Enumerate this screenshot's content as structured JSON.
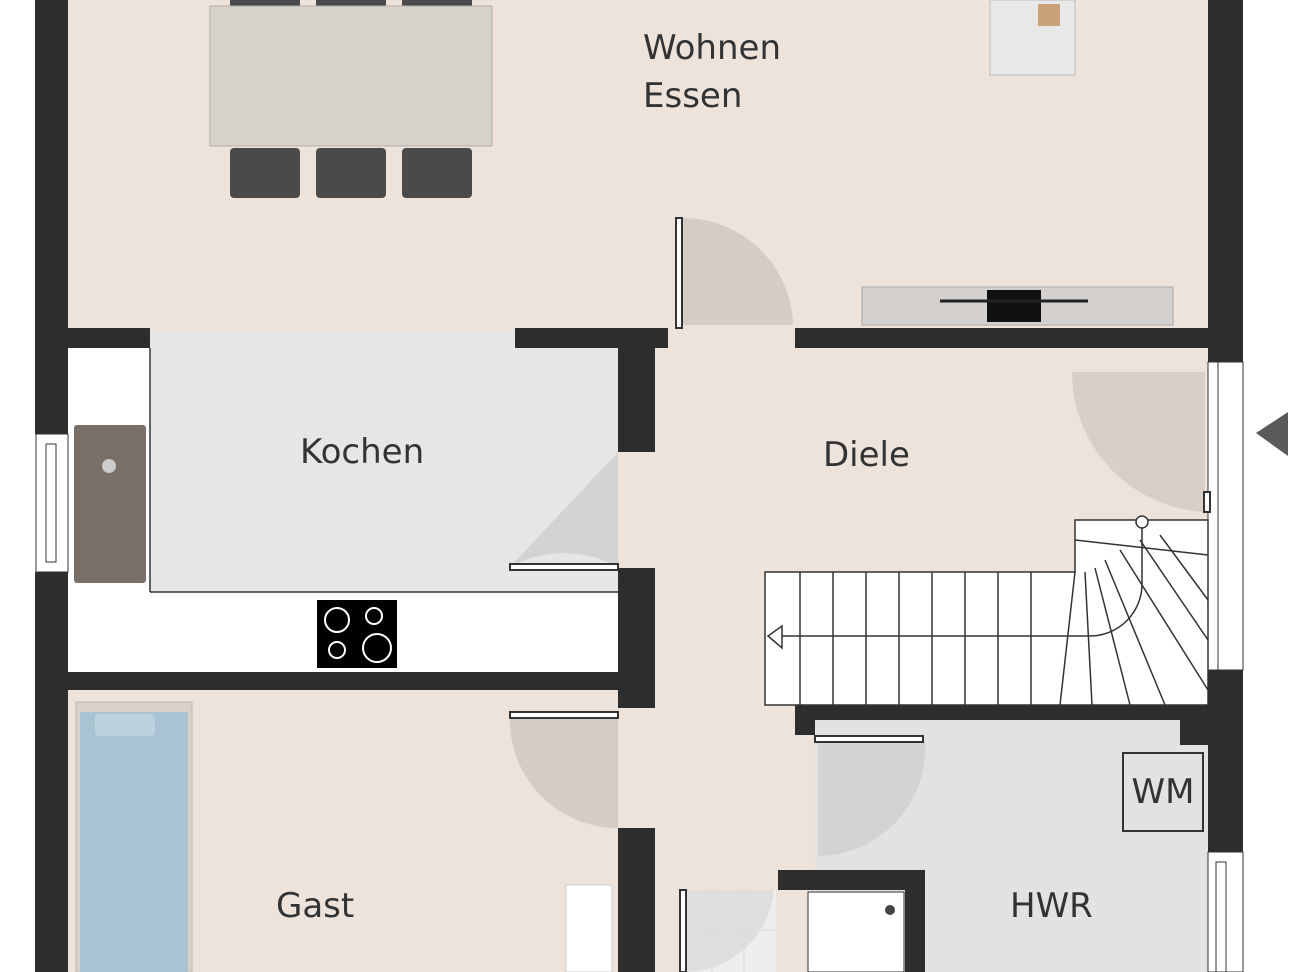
{
  "rooms": {
    "wohnen": "Wohnen",
    "essen": "Essen",
    "kochen": "Kochen",
    "diele": "Diele",
    "gast": "Gast",
    "hwr": "HWR"
  },
  "appliances": {
    "washing_machine": "WM"
  },
  "colors": {
    "wall": "#2d2d2d",
    "floor": "#ede3db",
    "kitchen": "#e6e6e6",
    "utility": "#e2e2e2",
    "bed": "#a9c3d3"
  }
}
